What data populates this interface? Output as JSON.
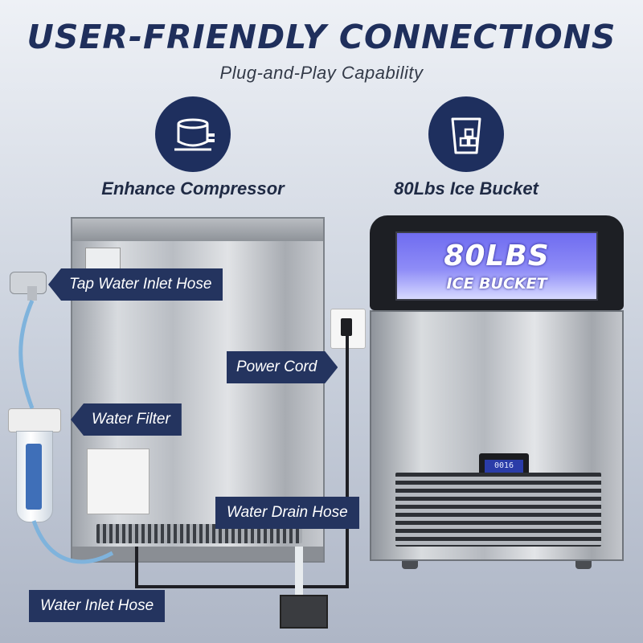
{
  "headline": "USER-FRIENDLY CONNECTIONS",
  "subheadline": "Plug-and-Play Capability",
  "features": [
    {
      "label": "Enhance Compressor",
      "icon": "compressor-icon"
    },
    {
      "label": "80Lbs Ice Bucket",
      "icon": "ice-bucket-icon"
    }
  ],
  "callouts": {
    "tap_water_inlet": "Tap Water Inlet Hose",
    "water_filter": "Water Filter",
    "power_cord": "Power Cord",
    "water_drain": "Water Drain Hose",
    "water_inlet": "Water Inlet Hose"
  },
  "machine_window": {
    "capacity": "80LBS",
    "caption": "ICE BUCKET"
  },
  "display_readout": "0016",
  "colors": {
    "navy": "#1e2f5e",
    "callout": "#24345f",
    "window_blue": "#7d7af3"
  }
}
